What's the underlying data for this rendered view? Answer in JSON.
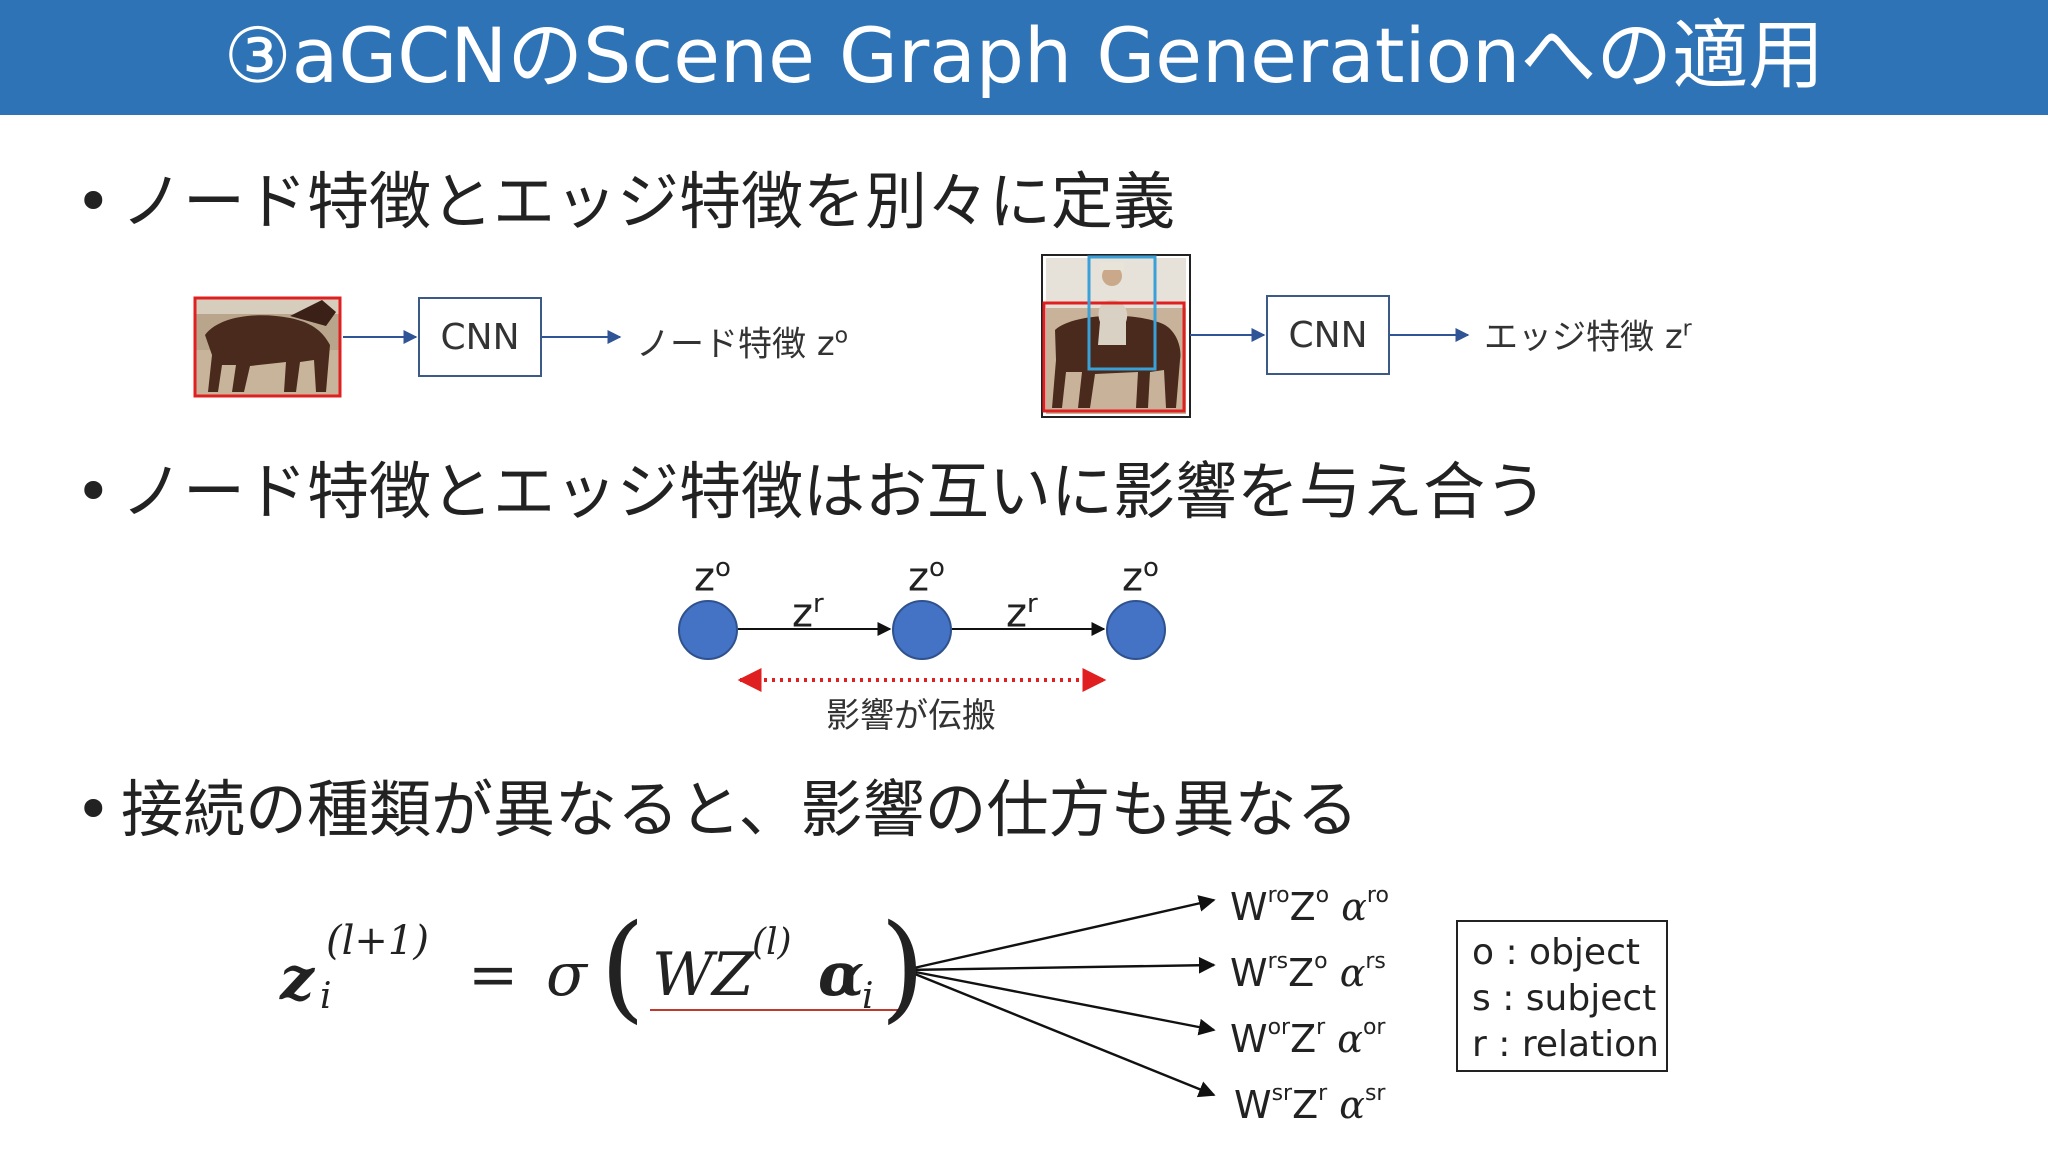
{
  "slide": {
    "title": "③aGCNのScene Graph Generationへの適用"
  },
  "bullets": {
    "b1": "ノード特徴とエッジ特徴を別々に定義",
    "b2": "ノード特徴とエッジ特徴はお互いに影響を与え合う",
    "b3": "接続の種類が異なると、影響の仕方も異なる",
    "bullet_char": "•"
  },
  "pipeline": {
    "cnn_label": "CNN",
    "node_feature_label": "ノード特徴",
    "edge_feature_label": "エッジ特徴",
    "z": "z",
    "o": "o",
    "r": "r"
  },
  "graph": {
    "z": "z",
    "o": "o",
    "r": "r",
    "propagation_label": "影響が伝搬"
  },
  "formula": {
    "z": "z",
    "i": "i",
    "l_plus_1": "(l+1)",
    "l": "(l)",
    "equals": "=",
    "sigma": "σ",
    "W": "W",
    "Z": "Z",
    "alpha": "α",
    "paren_open": "(",
    "paren_close": ")"
  },
  "outputs": [
    {
      "w": "W",
      "w_sup": "ro",
      "z": "Z",
      "z_sup": "o",
      "a": "α",
      "a_sup": "ro"
    },
    {
      "w": "W",
      "w_sup": "rs",
      "z": "Z",
      "z_sup": "o",
      "a": "α",
      "a_sup": "rs"
    },
    {
      "w": "W",
      "w_sup": "or",
      "z": "Z",
      "z_sup": "r",
      "a": "α",
      "a_sup": "or"
    },
    {
      "w": "W",
      "w_sup": "sr",
      "z": "Z",
      "z_sup": "r",
      "a": "α",
      "a_sup": "sr"
    }
  ],
  "legend": {
    "line1": "o : object",
    "line2": "s : subject",
    "line3": "r : relation"
  },
  "colors": {
    "header": "#2f73b7",
    "node": "#4472c4",
    "propagation_arrow": "#e02020",
    "underline": "#c0392b"
  }
}
